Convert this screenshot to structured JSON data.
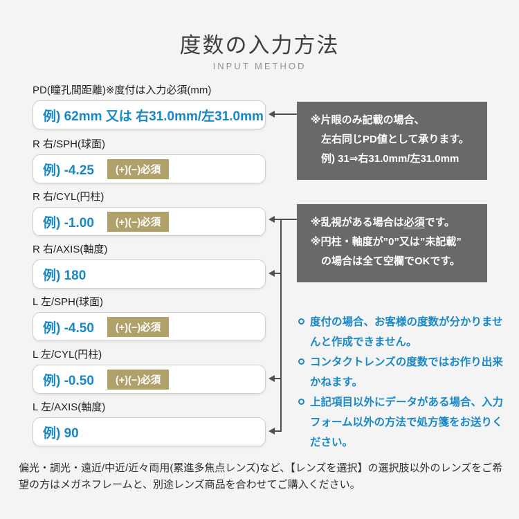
{
  "page": {
    "title": "度数の入力方法",
    "subtitle": "INPUT METHOD",
    "colors": {
      "background": "#f4f4f5",
      "accent_blue": "#1787c5",
      "badge_gold": "#b0a069",
      "callout_gray": "#68696b",
      "connector_gray": "#4f4f4f"
    }
  },
  "fields": [
    {
      "label": "PD(瞳孔間距離)※度付は入力必須(mm)",
      "example": "例) 62mm 又は 右31.0mm/左31.0mm",
      "badge": ""
    },
    {
      "label": "R 右/SPH(球面)",
      "example": "例) -4.25",
      "badge": "(+)(−)必須"
    },
    {
      "label": "R 右/CYL(円柱)",
      "example": "例) -1.00",
      "badge": "(+)(−)必須"
    },
    {
      "label": "R 右/AXIS(軸度)",
      "example": "例) 180",
      "badge": ""
    },
    {
      "label": "L 左/SPH(球面)",
      "example": "例) -4.50",
      "badge": "(+)(−)必須"
    },
    {
      "label": "L 左/CYL(円柱)",
      "example": "例) -0.50",
      "badge": "(+)(−)必須"
    },
    {
      "label": "L 左/AXIS(軸度)",
      "example": "例) 90",
      "badge": ""
    }
  ],
  "callouts": {
    "pd_note": {
      "line1": "※片眼のみ記載の場合、",
      "line2": "左右同じPD値として承ります。",
      "line3": "例) 31⇒右31.0mm/左31.0mm"
    },
    "cyl_note": {
      "line1_pre": "※乱視がある場合は",
      "line1_em": "必須",
      "line1_post": "です。",
      "line2": "※円柱・軸度が”0”又は”未記載”",
      "line3": "の場合は全て空欄でOKです。"
    }
  },
  "notes": [
    "度付の場合、お客様の度数が分かりませんと作成できません。",
    "コンタクトレンズの度数ではお作り出来かねます。",
    "上記項目以外にデータがある場合、入力フォーム以外の方法で処方箋をお送りください。"
  ],
  "footer": {
    "text": "偏光・調光・遠近/中近/近々両用(累進多焦点レンズ)など、【レンズを選択】の選択肢以外のレンズをご希望の方はメガネフレームと、別途レンズ商品を合わせてご購入ください。"
  }
}
